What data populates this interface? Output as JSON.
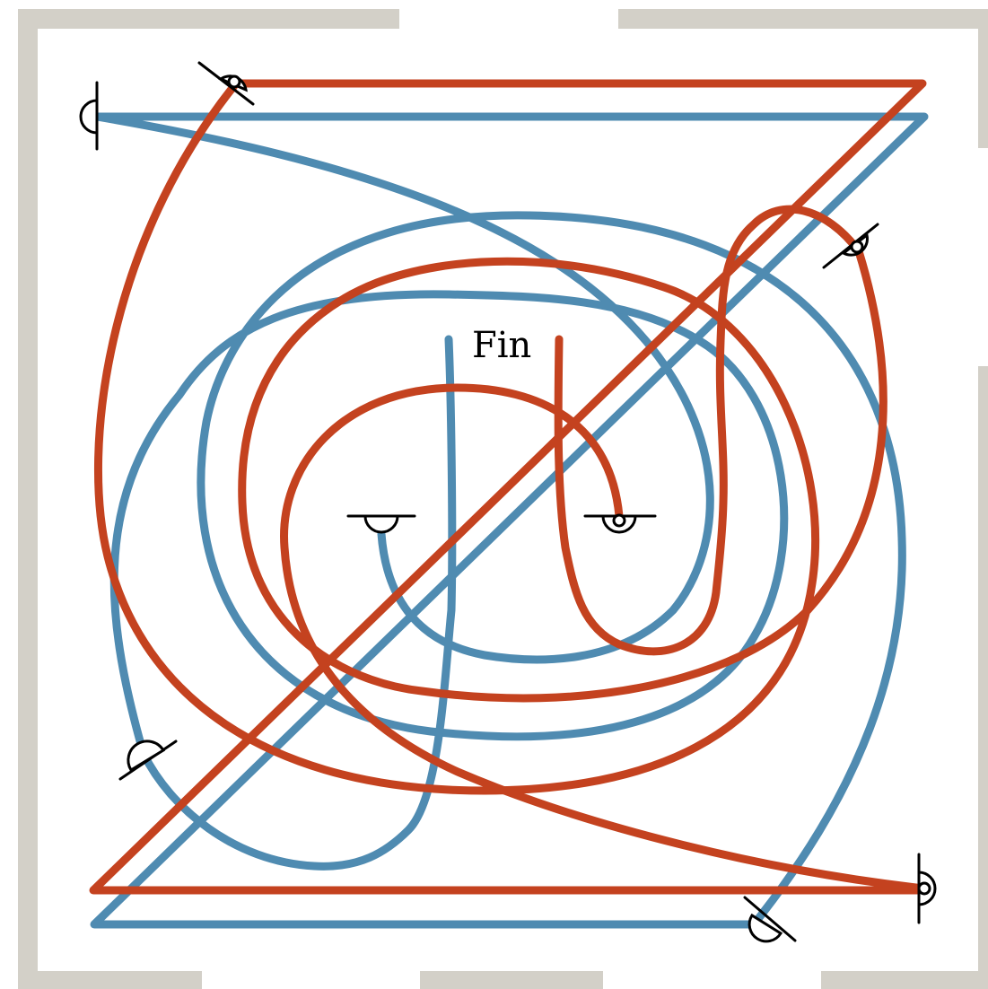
{
  "puzzle": {
    "finish_label": "Fin",
    "colors": {
      "wall": "#d3d0c8",
      "red_track": "#c4421f",
      "blue_track": "#4f8bb1",
      "marker_stroke": "#000000"
    },
    "tracks": [
      {
        "name": "red",
        "color": "#c4421f"
      },
      {
        "name": "blue",
        "color": "#4f8bb1"
      }
    ]
  }
}
